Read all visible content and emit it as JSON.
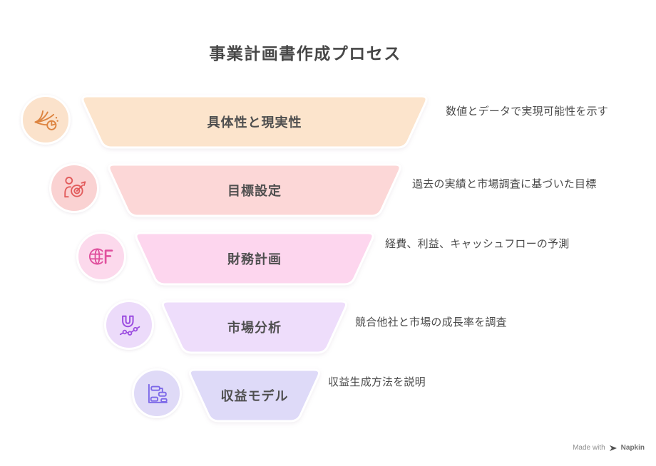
{
  "title": "事業計画書作成プロセス",
  "diagram_type": "funnel",
  "funnel": {
    "levels": [
      {
        "label": "具体性と現実性",
        "note": "数値とデータで実現可能性を示す",
        "fill": "#fce4cc",
        "icon": "flow-pie-icon",
        "icon_fill": "#fbe2cb",
        "icon_stroke": "#dd8440"
      },
      {
        "label": "目標設定",
        "note": "過去の実績と市場調査に基づいた目標",
        "fill": "#fcd7d7",
        "icon": "person-target-icon",
        "icon_fill": "#fad2d2",
        "icon_stroke": "#e25c5c"
      },
      {
        "label": "財務計画",
        "note": "経費、利益、キャッシュフローの予測",
        "fill": "#fdd6ee",
        "icon": "globe-finance-icon",
        "icon_fill": "#fcd9ec",
        "icon_stroke": "#e0519e"
      },
      {
        "label": "市場分析",
        "note": "競合他社と市場の成長率を調査",
        "fill": "#eeddfb",
        "icon": "magnet-trend-icon",
        "icon_fill": "#ecdbfa",
        "icon_stroke": "#9b4de0"
      },
      {
        "label": "収益モデル",
        "note": "収益生成方法を説明",
        "fill": "#dedaf8",
        "icon": "gantt-chart-icon",
        "icon_fill": "#dfdaf7",
        "icon_stroke": "#7c68e8"
      }
    ]
  },
  "colors": {
    "title": "#474747",
    "label": "#4f4f4f",
    "note": "#4a4a4a",
    "shape_border": "#ffffff",
    "footer_text": "#8f8f8f",
    "footer_brand": "#6f6f6f"
  },
  "footer": {
    "made_with": "Made with",
    "brand": "Napkin"
  }
}
